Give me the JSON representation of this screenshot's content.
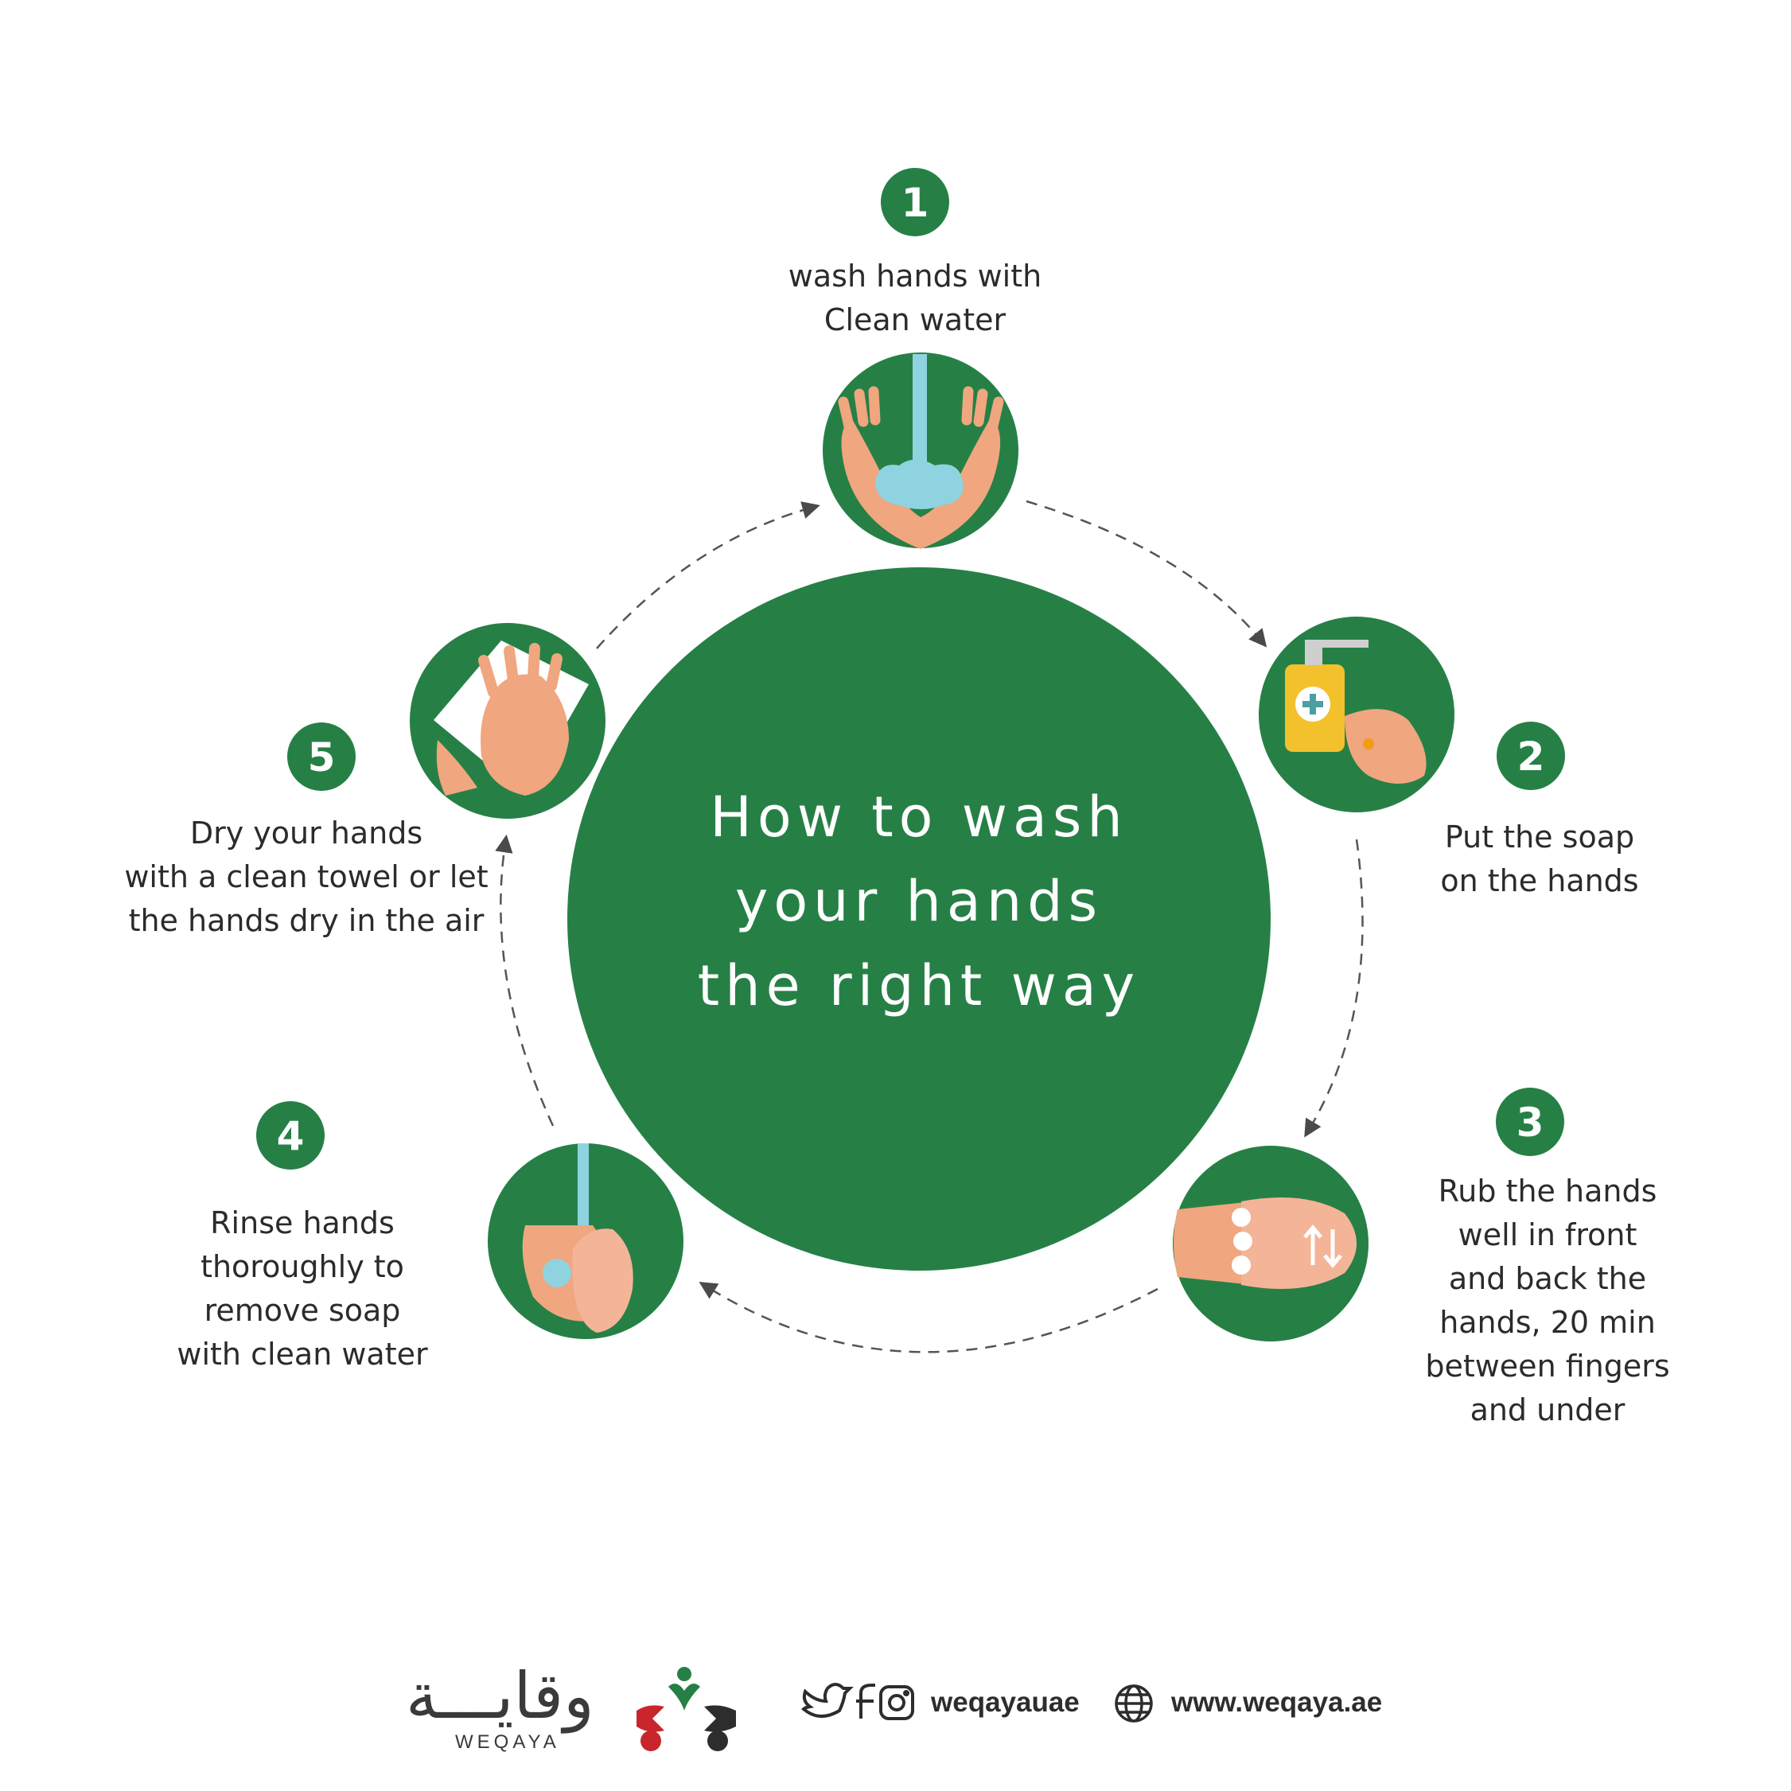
{
  "colors": {
    "green": "#268046",
    "white": "#ffffff",
    "text": "#2b2b2b",
    "skin": "#f0a67f",
    "water": "#8fd3e0",
    "soap": "#f3c12b",
    "logo_red": "#c8262c",
    "logo_dark": "#2d2d2d"
  },
  "title": {
    "line1": "How to wash",
    "line2": "your hands",
    "line3": "the right way"
  },
  "steps": [
    {
      "number": "1",
      "lines": [
        "wash hands with",
        "Clean water"
      ],
      "icon": "hands-under-water-icon"
    },
    {
      "number": "2",
      "lines": [
        "Put the soap",
        "on the hands"
      ],
      "icon": "soap-dispenser-icon"
    },
    {
      "number": "3",
      "lines": [
        "Rub the hands",
        "well in front",
        "and back the",
        "hands, 20 min",
        "between fingers",
        "and under"
      ],
      "icon": "rubbing-hands-icon"
    },
    {
      "number": "4",
      "lines": [
        "Rinse hands",
        "thoroughly to",
        "remove soap",
        "with clean water"
      ],
      "icon": "rinsing-hands-icon"
    },
    {
      "number": "5",
      "lines": [
        "Dry your hands",
        "with a clean towel or let",
        "the hands dry in the air"
      ],
      "icon": "towel-drying-icon"
    }
  ],
  "footer": {
    "logo_arabic": "وقايـــة",
    "logo_english": "WEQAYA",
    "social_handle": "weqayauae",
    "website": "www.weqaya.ae",
    "icons": [
      "twitter-icon",
      "facebook-icon",
      "instagram-icon",
      "globe-icon"
    ]
  }
}
